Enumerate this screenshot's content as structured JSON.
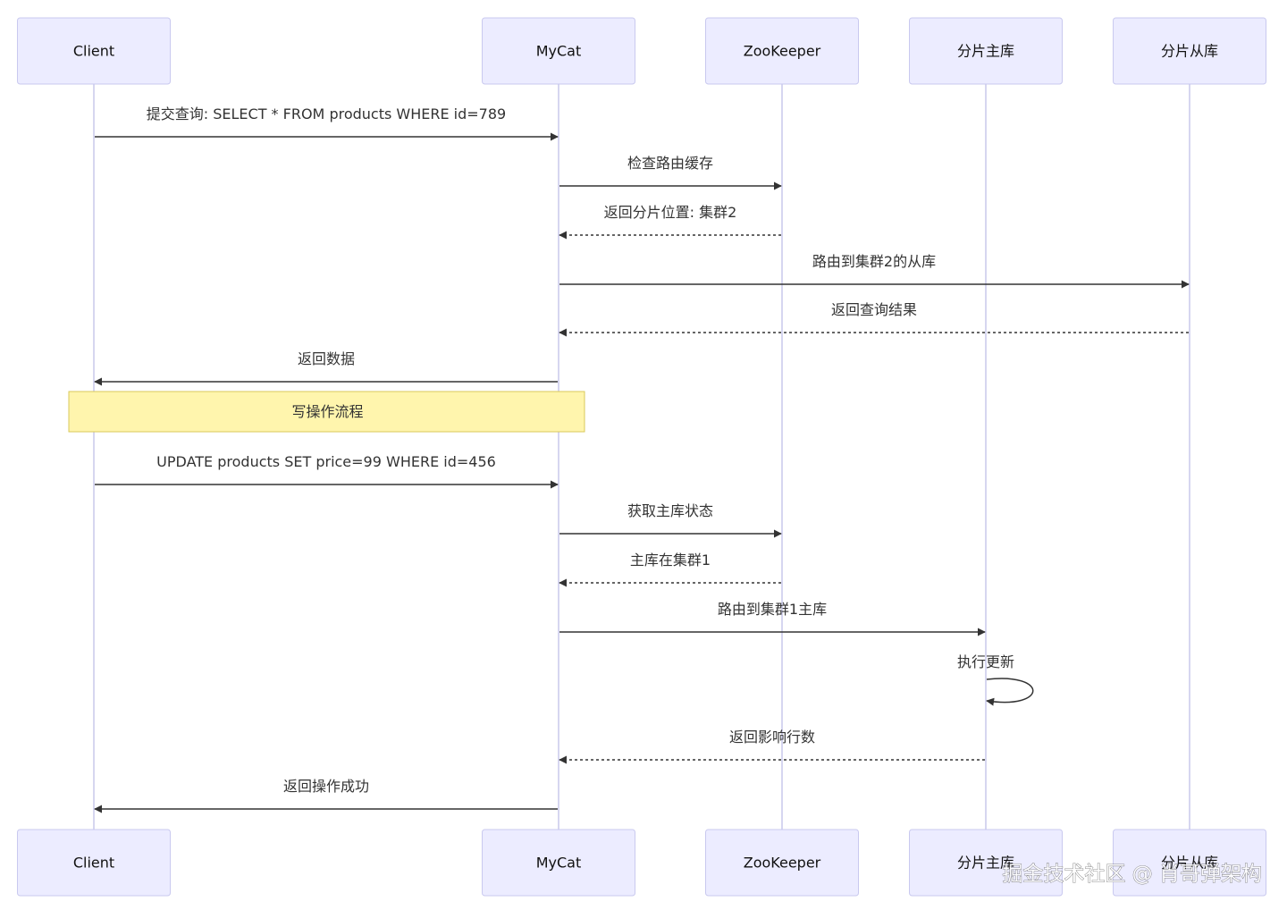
{
  "actors": [
    {
      "id": "client",
      "label": "Client"
    },
    {
      "id": "mycat",
      "label": "MyCat"
    },
    {
      "id": "zookeeper",
      "label": "ZooKeeper"
    },
    {
      "id": "master",
      "label": "分片主库"
    },
    {
      "id": "slave",
      "label": "分片从库"
    }
  ],
  "messages": [
    {
      "id": "m1",
      "from": "client",
      "to": "mycat",
      "label": "提交查询: SELECT * FROM products WHERE id=789",
      "style": "solid"
    },
    {
      "id": "m2",
      "from": "mycat",
      "to": "zookeeper",
      "label": "检查路由缓存",
      "style": "solid"
    },
    {
      "id": "m3",
      "from": "zookeeper",
      "to": "mycat",
      "label": "返回分片位置: 集群2",
      "style": "dashed"
    },
    {
      "id": "m4",
      "from": "mycat",
      "to": "slave",
      "label": "路由到集群2的从库",
      "style": "solid"
    },
    {
      "id": "m5",
      "from": "slave",
      "to": "mycat",
      "label": "返回查询结果",
      "style": "dashed"
    },
    {
      "id": "m6",
      "from": "mycat",
      "to": "client",
      "label": "返回数据",
      "style": "solid"
    },
    {
      "id": "m7",
      "from": "client",
      "to": "mycat",
      "label": "UPDATE products SET price=99 WHERE id=456",
      "style": "solid"
    },
    {
      "id": "m8",
      "from": "mycat",
      "to": "zookeeper",
      "label": "获取主库状态",
      "style": "solid"
    },
    {
      "id": "m9",
      "from": "zookeeper",
      "to": "mycat",
      "label": "主库在集群1",
      "style": "dashed"
    },
    {
      "id": "m10",
      "from": "mycat",
      "to": "master",
      "label": "路由到集群1主库",
      "style": "solid"
    },
    {
      "id": "m11",
      "from": "master",
      "to": "master",
      "label": "执行更新",
      "style": "self"
    },
    {
      "id": "m12",
      "from": "master",
      "to": "mycat",
      "label": "返回影响行数",
      "style": "dashed"
    },
    {
      "id": "m13",
      "from": "mycat",
      "to": "client",
      "label": "返回操作成功",
      "style": "solid"
    }
  ],
  "note": {
    "label": "写操作流程",
    "over": [
      "client",
      "mycat"
    ]
  },
  "watermark": "掘金技术社区 @ 肖哥弹架构",
  "colors": {
    "actor_fill": "#ececff",
    "actor_border": "#c9c9ef",
    "lifeline": "#c8c8ec",
    "message": "#333333",
    "note_fill": "#fff5ad",
    "note_border": "#d8c95a"
  }
}
